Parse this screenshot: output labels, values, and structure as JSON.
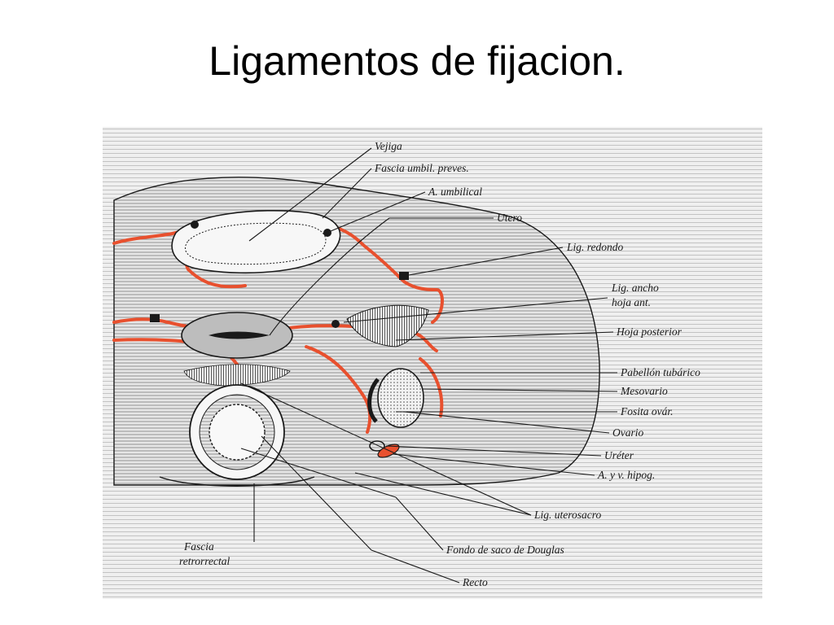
{
  "title": "Ligamentos de fijacion.",
  "colors": {
    "peritoneum_red": "#e8502e",
    "hatch": "#777777",
    "tissue_bg": "#e4e4e4",
    "line": "#1a1a1a"
  },
  "labels": {
    "vejiga": "Vejiga",
    "fascia_umbil": "Fascia umbil. preves.",
    "a_umbilical": "A. umbilical",
    "utero": "Utero",
    "lig_redondo": "Lig. redondo",
    "lig_ancho_1": "Lig. ancho",
    "lig_ancho_2": "hoja ant.",
    "hoja_posterior": "Hoja posterior",
    "pabellon": "Pabellón tubárico",
    "mesovario": "Mesovario",
    "fosita": "Fosita ovár.",
    "ovario": "Ovario",
    "ureter": "Uréter",
    "ayv_hipog": "A. y v. hipog.",
    "lig_uterosacro": "Lig. uterosacro",
    "fondo_douglas": "Fondo de saco de Douglas",
    "fascia_retro_1": "Fascia",
    "fascia_retro_2": "retrorrectal",
    "recto": "Recto"
  }
}
